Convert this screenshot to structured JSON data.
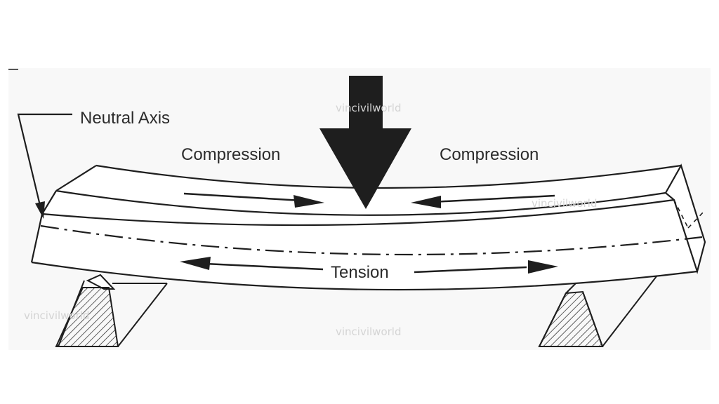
{
  "labels": {
    "neutral_axis": "Neutral Axis",
    "compression_left": "Compression",
    "compression_right": "Compression",
    "tension": "Tension"
  },
  "watermarks": [
    "vincivilworld",
    "vincivilworld",
    "vincivilworld",
    "vincivilworld"
  ],
  "colors": {
    "ink": "#1e1e1e",
    "panel": "#f8f8f8",
    "watermark": "#d4d4d4"
  }
}
